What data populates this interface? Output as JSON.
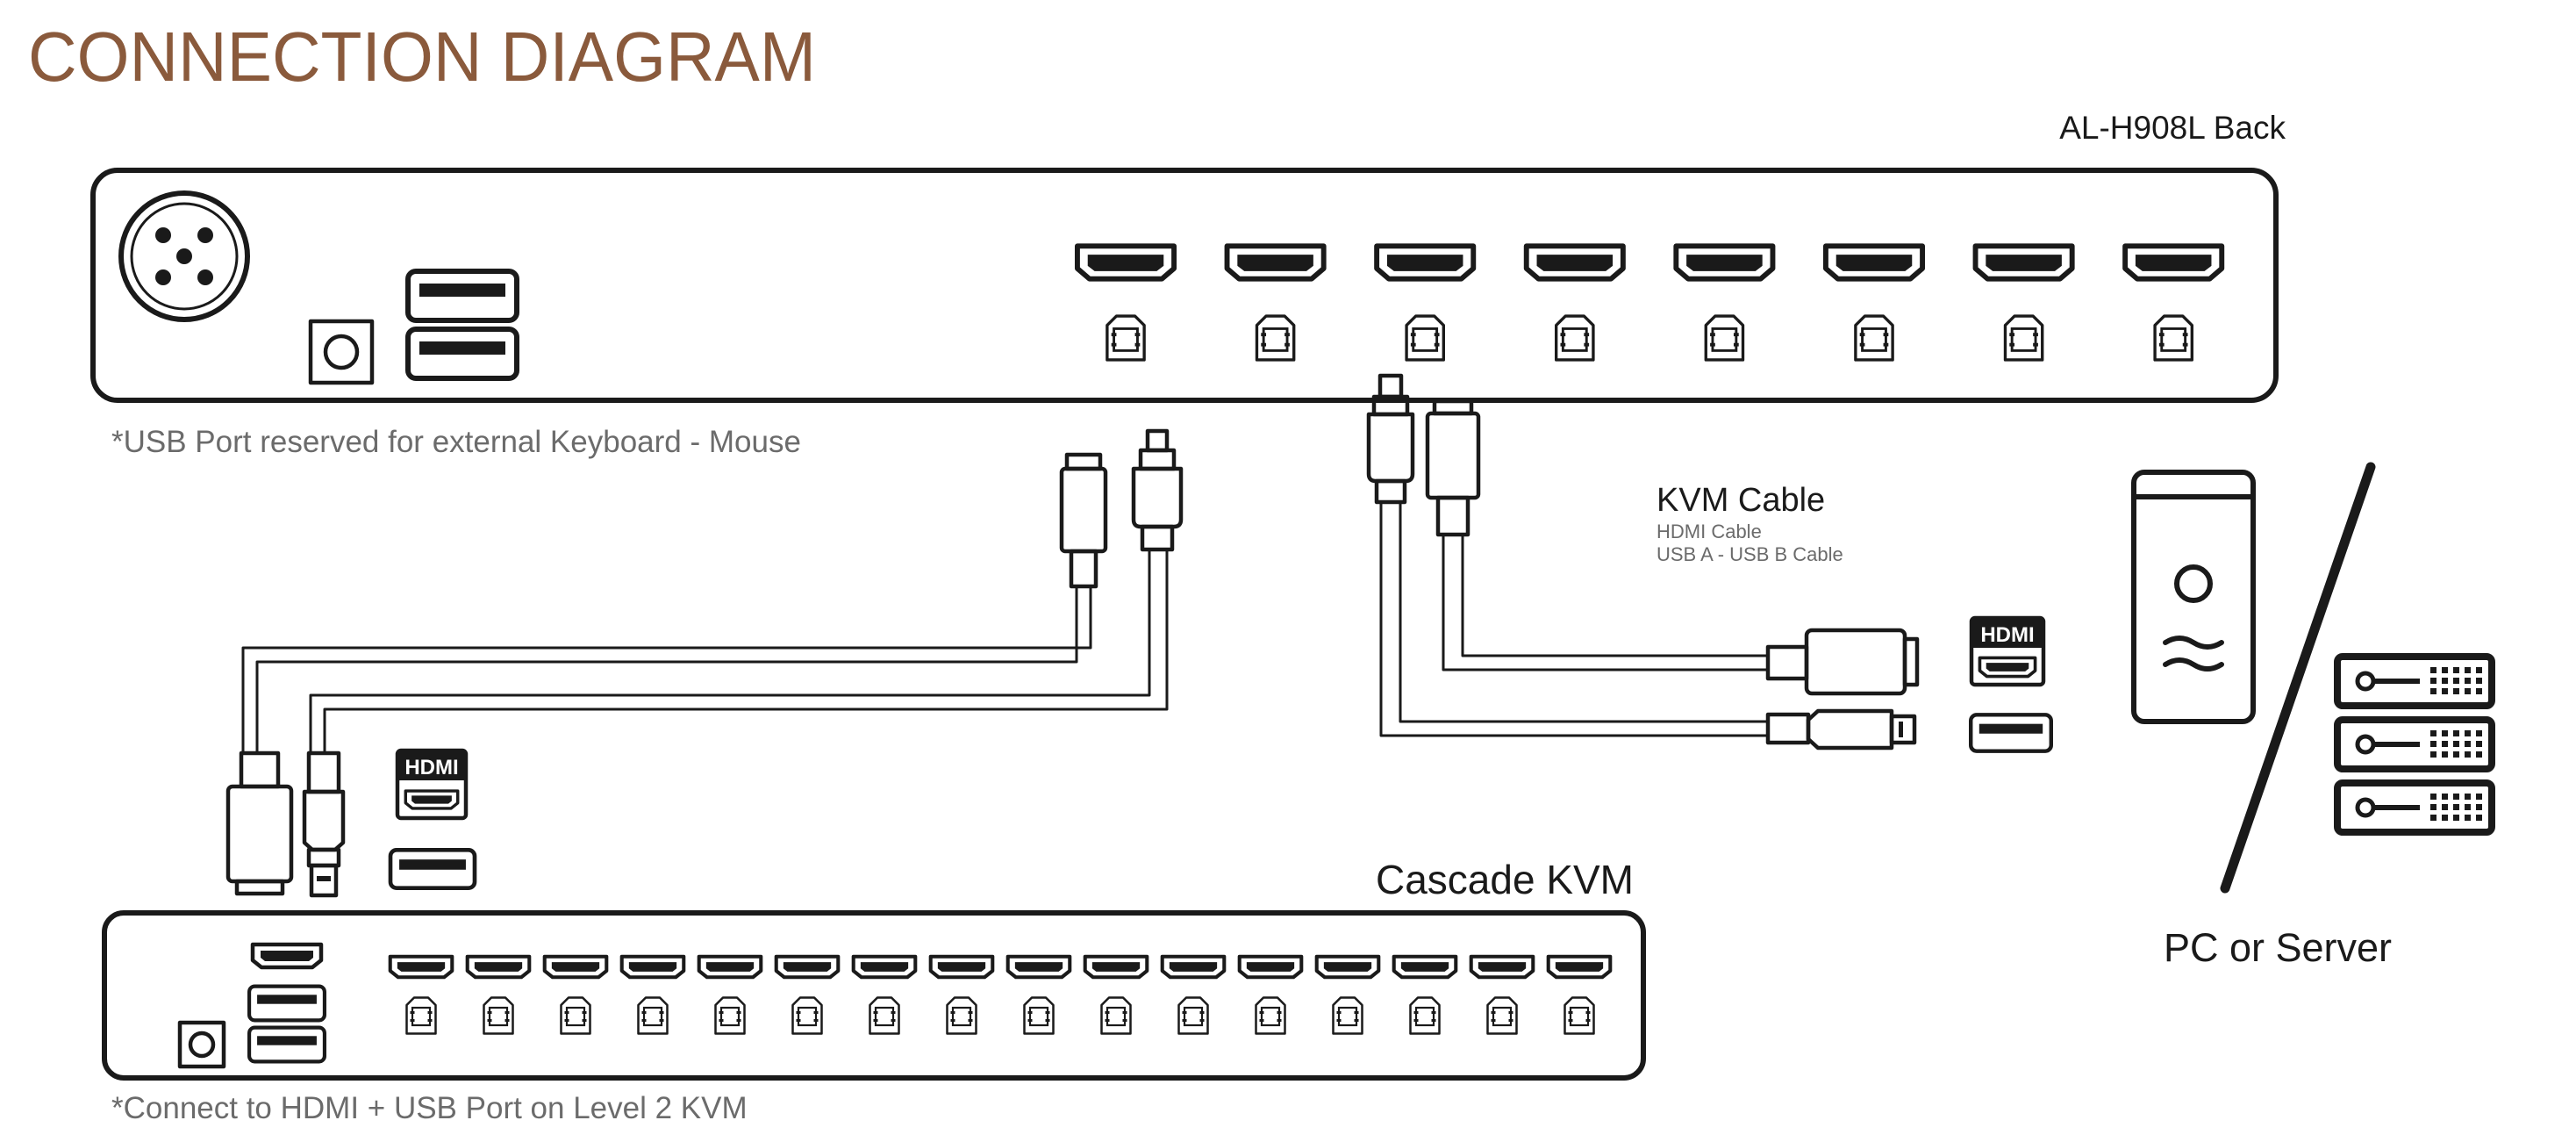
{
  "title": "CONNECTION DIAGRAM",
  "main_kvm": {
    "label": "AL-H908L Back",
    "hdmi_port_count": 8,
    "usb_b_port_count": 8
  },
  "notes": {
    "usb_reserved": "*USB Port reserved for external Keyboard - Mouse",
    "cascade_connect": "*Connect to HDMI + USB Port on Level 2 KVM"
  },
  "kvm_cable": {
    "title": "KVM Cable",
    "line1": "HDMI Cable",
    "line2": "USB A - USB B Cable"
  },
  "cascade_kvm": {
    "label": "Cascade KVM",
    "hdmi_port_count": 16,
    "usb_b_port_count": 16
  },
  "hdmi_badge": "HDMI",
  "pc_or_server": "PC or Server",
  "colors": {
    "title": "#8a5a3c",
    "line": "#1a1a1a",
    "note": "#6b6b6b"
  }
}
